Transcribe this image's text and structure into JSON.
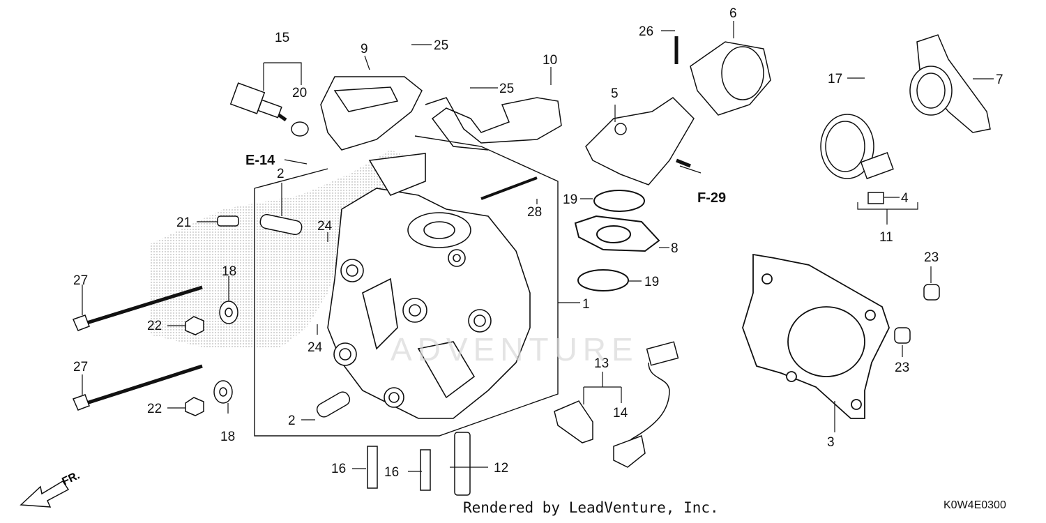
{
  "diagram_code": "K0W4E0300",
  "credit": "Rendered by LeadVenture, Inc.",
  "watermark": "ADVENTURE",
  "direction_label": "FR.",
  "cross_refs": [
    "E-14",
    "F-29"
  ],
  "callouts": [
    "1",
    "2",
    "2",
    "3",
    "4",
    "5",
    "6",
    "7",
    "8",
    "9",
    "10",
    "11",
    "12",
    "13",
    "14",
    "15",
    "16",
    "16",
    "17",
    "18",
    "18",
    "19",
    "19",
    "20",
    "21",
    "22",
    "22",
    "23",
    "23",
    "24",
    "24",
    "25",
    "25",
    "26",
    "27",
    "27",
    "28"
  ],
  "colors": {
    "line": "#111111",
    "shade": "#9a9a9a",
    "watermark": "#d9d9d9"
  }
}
